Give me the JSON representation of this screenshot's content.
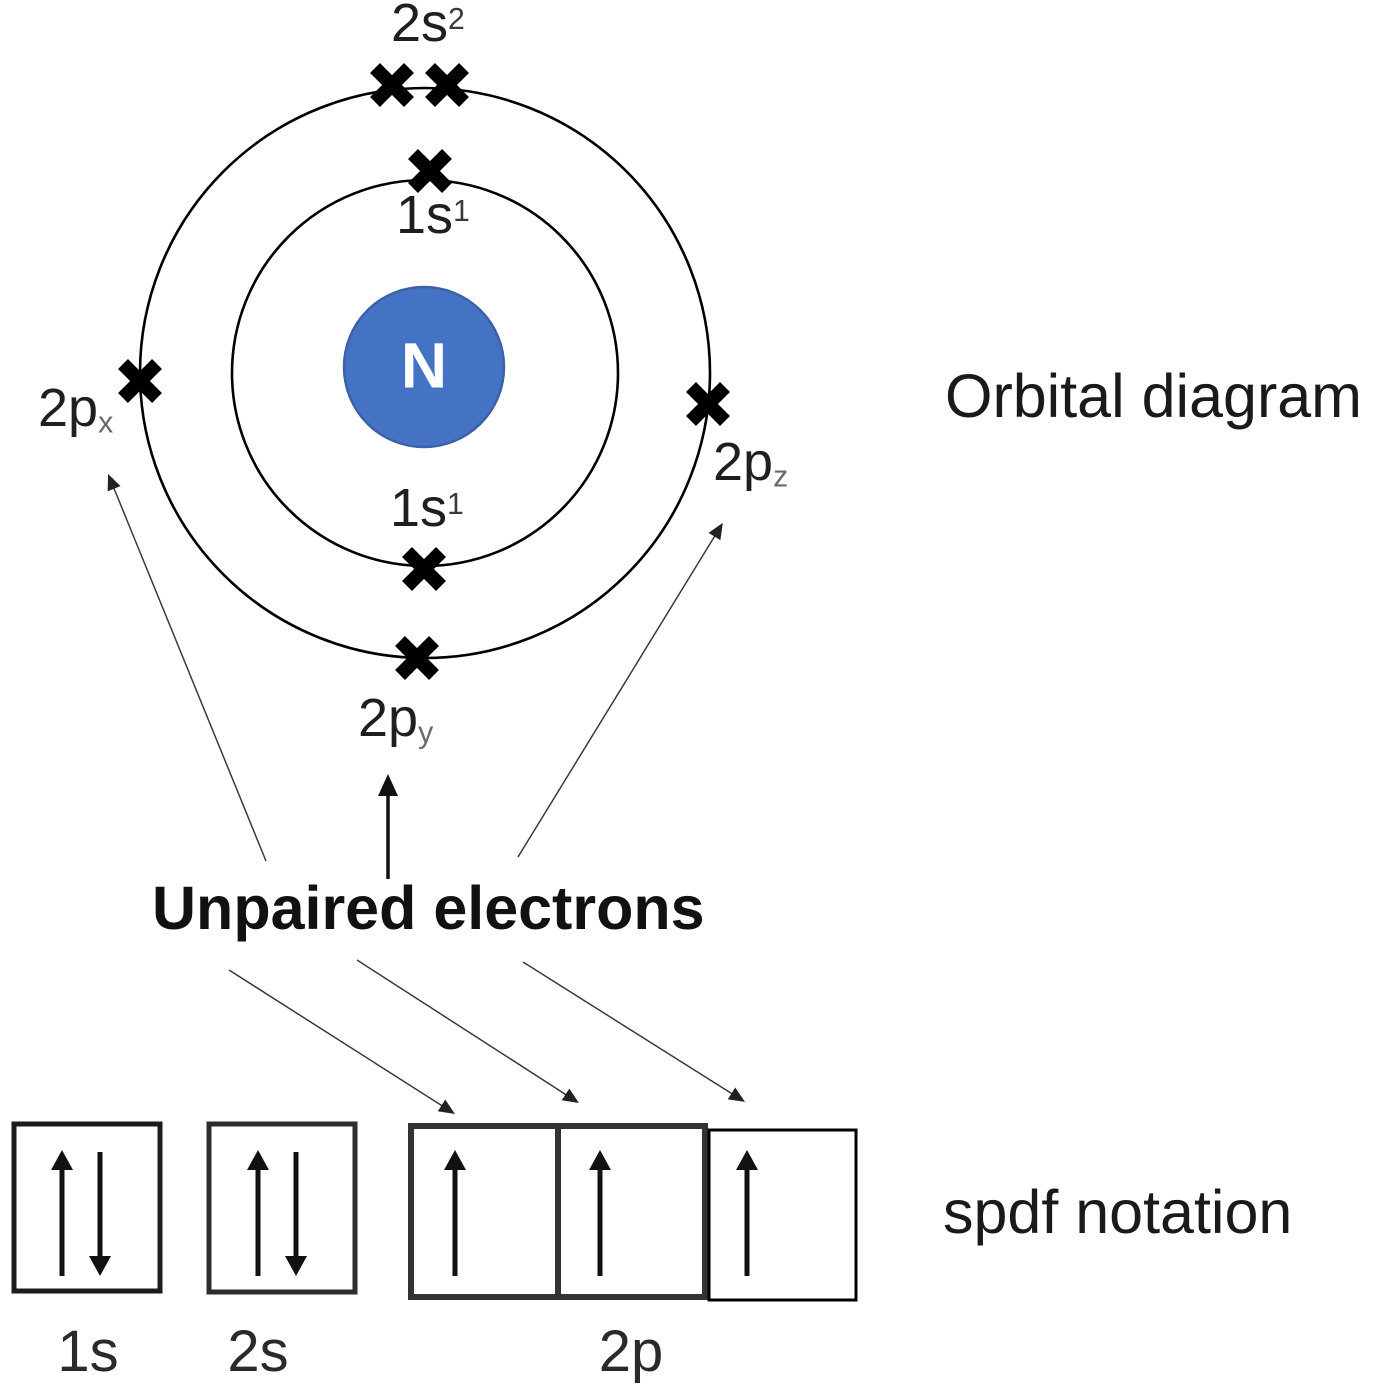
{
  "atom": {
    "nucleus_symbol": "N",
    "nucleus_color": "#4573c4",
    "electron_marker_glyph": "x-cross",
    "electron_count": 7,
    "labels": {
      "outer_top": {
        "base": "2s",
        "sup": "2"
      },
      "inner_top": {
        "base": "1s",
        "sup": "1"
      },
      "inner_bottom": {
        "base": "1s",
        "sup": "1"
      },
      "outer_left": {
        "base": "2p",
        "sub": "x"
      },
      "outer_right": {
        "base": "2p",
        "sub": "z"
      },
      "outer_bottom": {
        "base": "2p",
        "sub": "y"
      }
    }
  },
  "captions": {
    "orbital_diagram": "Orbital diagram",
    "unpaired_electrons": "Unpaired electrons",
    "spdf_notation": "spdf notation"
  },
  "spdf": {
    "groups": [
      {
        "label": "1s",
        "cells": [
          {
            "electrons": [
              "up",
              "down"
            ]
          }
        ]
      },
      {
        "label": "2s",
        "cells": [
          {
            "electrons": [
              "up",
              "down"
            ]
          }
        ]
      },
      {
        "label": "2p",
        "cells": [
          {
            "electrons": [
              "up"
            ]
          },
          {
            "electrons": [
              "up"
            ]
          },
          {
            "electrons": [
              "up"
            ]
          }
        ]
      }
    ]
  }
}
